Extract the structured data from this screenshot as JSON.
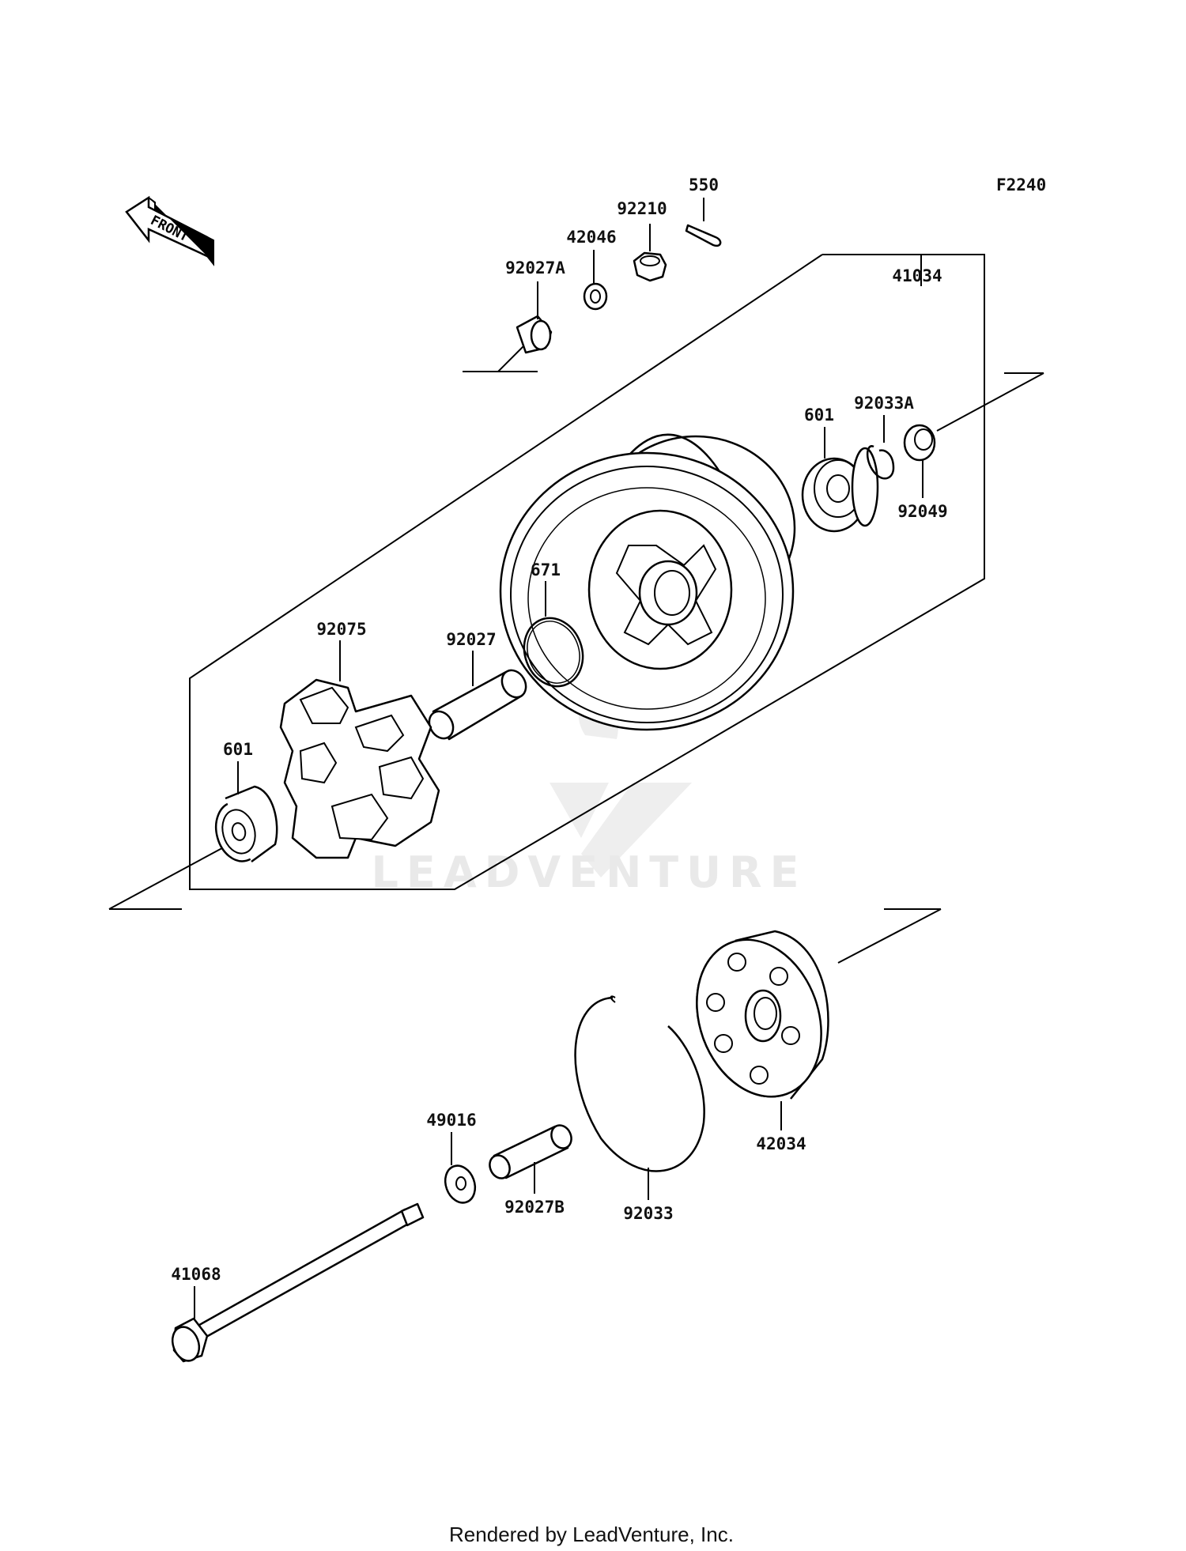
{
  "figure_code": "F2240",
  "front_arrow_label": "FRONT",
  "watermark": "LEADVENTURE",
  "footer": "Rendered by LeadVenture, Inc.",
  "part_labels": {
    "p550": "550",
    "p92210": "92210",
    "p42046": "42046",
    "p92027A": "92027A",
    "p41034": "41034",
    "p601_top": "601",
    "p92033A": "92033A",
    "p92049": "92049",
    "p671": "671",
    "p92075": "92075",
    "p92027": "92027",
    "p601_left": "601",
    "p42034": "42034",
    "p49016": "49016",
    "p92027B": "92027B",
    "p92033": "92033",
    "p41068": "41068"
  }
}
